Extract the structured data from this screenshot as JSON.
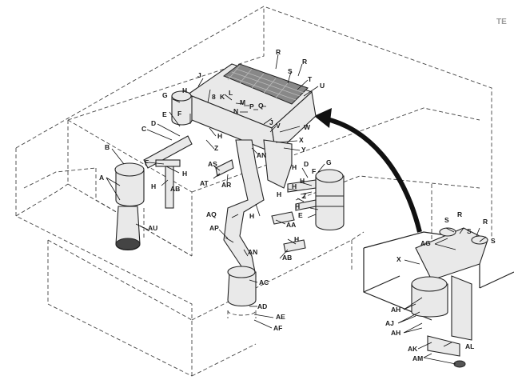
{
  "corner_mark": "TE",
  "labels": {
    "A": "A",
    "B": "B",
    "C": "C",
    "D": "D",
    "E": "E",
    "F": "F",
    "G": "G",
    "H": "H",
    "J": "J",
    "K": "K",
    "L": "L",
    "M": "M",
    "N": "N",
    "P": "P",
    "Q": "Q",
    "R": "R",
    "S": "S",
    "T": "T",
    "U": "U",
    "V": "V",
    "W": "W",
    "X": "X",
    "Y": "Y",
    "Z": "Z",
    "n8": "8",
    "AA": "AA",
    "AB": "AB",
    "AC": "AC",
    "AD": "AD",
    "AE": "AE",
    "AF": "AF",
    "AG": "AG",
    "AH": "AH",
    "AJ": "AJ",
    "AK": "AK",
    "AL": "AL",
    "AM": "AM",
    "AN": "AN",
    "AP": "AP",
    "AQ": "AQ",
    "AR": "AR",
    "AS": "AS",
    "AT": "AT",
    "AU": "AU"
  }
}
